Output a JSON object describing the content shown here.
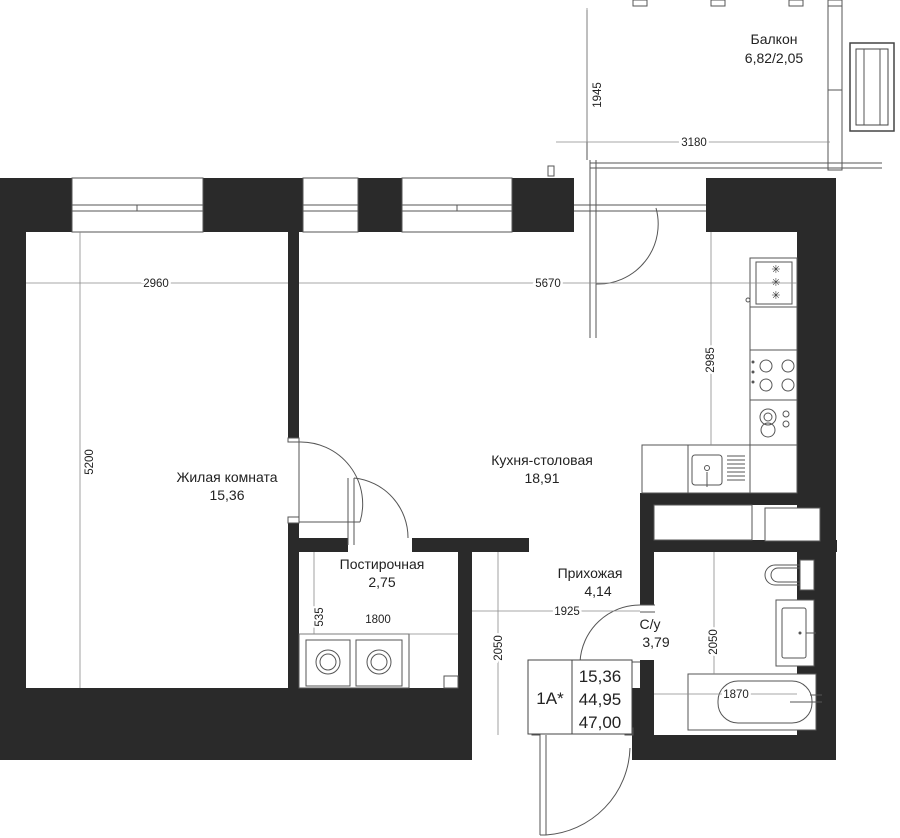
{
  "rooms": {
    "balcony": {
      "name": "Балкон",
      "area": "6,82/2,05"
    },
    "living": {
      "name": "Жилая комната",
      "area": "15,36"
    },
    "kitchen": {
      "name": "Кухня-столовая",
      "area": "18,91"
    },
    "laundry": {
      "name": "Постирочная",
      "area": "2,75"
    },
    "hall": {
      "name": "Прихожая",
      "area": "4,14"
    },
    "bathroom": {
      "name": "С/у",
      "area": "3,79"
    }
  },
  "dimensions": {
    "balcony_height": "1945",
    "balcony_width": "3180",
    "living_width": "2960",
    "living_depth": "5200",
    "kitchen_width": "5670",
    "kitchen_depth": "2985",
    "laundry_width": "1800",
    "laundry_depth": "535",
    "hall_width": "1925",
    "hall_depth": "2050",
    "bath_depth": "2050",
    "bath_width": "1870"
  },
  "apartment": {
    "type": "1А*",
    "living_area": "15,36",
    "total_area": "44,95",
    "area_with_balcony": "47,00"
  },
  "colors": {
    "walls": "#2a2a2a",
    "lines": "#555555",
    "background": "#ffffff"
  }
}
